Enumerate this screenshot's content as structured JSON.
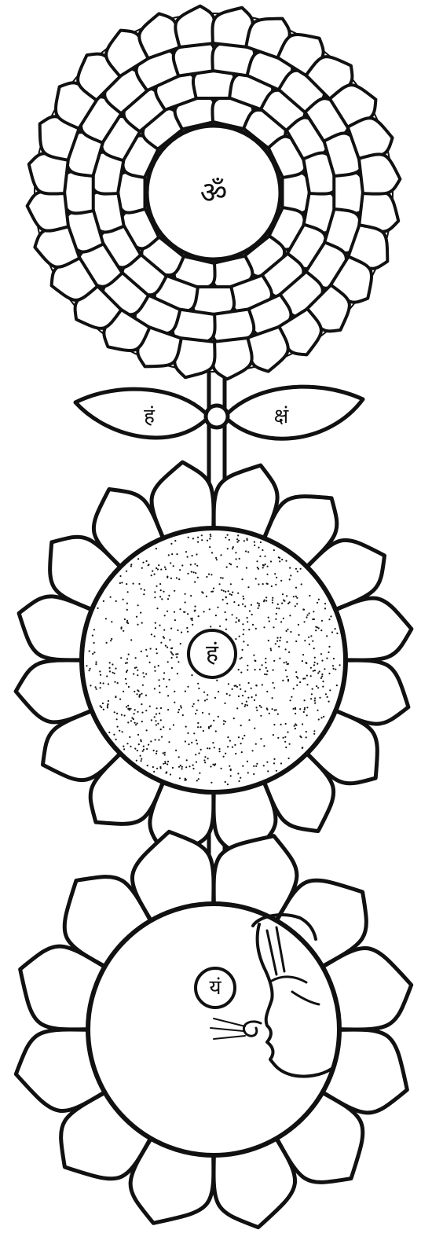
{
  "diagram": {
    "crown_chakra": {
      "center_syllable": "ॐ",
      "icon": "thousand-petal-lotus"
    },
    "ajna_chakra": {
      "left_petal_syllable": "हं",
      "right_petal_syllable": "क्षं",
      "icon": "two-petal-lotus"
    },
    "vishuddha_chakra": {
      "center_syllable": "हं",
      "petal_count": 16,
      "icon": "sixteen-petal-lotus-stippled"
    },
    "anahata_chakra": {
      "center_syllable": "यं",
      "petal_count": 12,
      "icon": "twelve-petal-lotus-with-face"
    }
  },
  "colors": {
    "ink": "#111111",
    "paper": "#ffffff"
  }
}
